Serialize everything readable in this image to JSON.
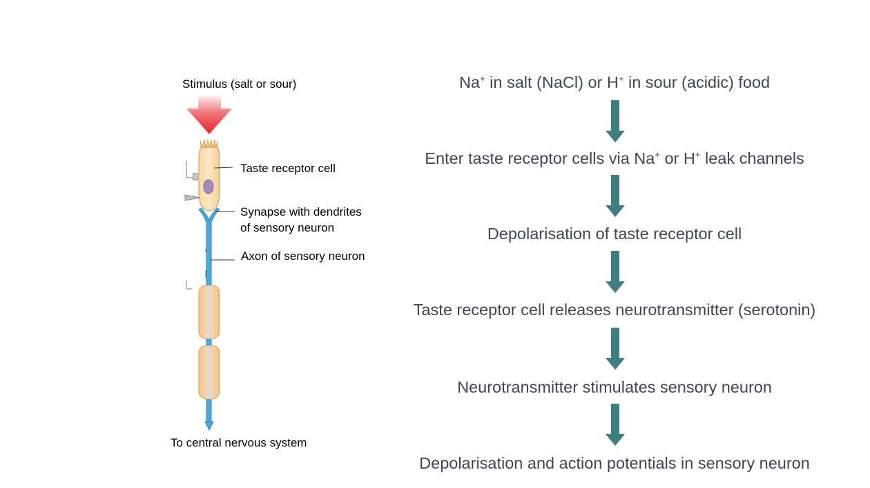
{
  "labels": {
    "stimulus": "Stimulus (salt or sour)",
    "receptor": "Taste receptor cell",
    "synapse_line1": "Synapse with dendrites",
    "synapse_line2": "of sensory neuron",
    "axon": "Axon of sensory neuron",
    "cns": "To central nervous system"
  },
  "flow": {
    "steps": [
      {
        "parts": [
          {
            "t": "Na"
          },
          {
            "sup": "+"
          },
          {
            "t": " in salt (NaCl) or H"
          },
          {
            "sup": "+"
          },
          {
            "t": " in sour (acidic) food"
          }
        ]
      },
      {
        "parts": [
          {
            "t": "Enter taste receptor cells via Na"
          },
          {
            "sup": "+"
          },
          {
            "t": " or H"
          },
          {
            "sup": "+"
          },
          {
            "t": " leak channels"
          }
        ]
      },
      {
        "parts": [
          {
            "t": "Depolarisation of taste receptor cell"
          }
        ]
      },
      {
        "parts": [
          {
            "t": "Taste receptor cell releases neurotransmitter (serotonin)"
          }
        ]
      },
      {
        "parts": [
          {
            "t": "Neurotransmitter stimulates sensory neuron"
          }
        ]
      },
      {
        "parts": [
          {
            "t": "Depolarisation and action potentials in sensory neuron"
          }
        ]
      }
    ]
  },
  "colors": {
    "flow_text": "#404654",
    "flow_arrow": "#3d7f80",
    "stimulus_arrow": "#e8222a",
    "cell_fill": "#f7d8a6",
    "cell_stroke": "#d4a35c",
    "nucleus": "#a58bb8",
    "axon": "#4aa8df",
    "myelin_fill": "#f5d2a2"
  }
}
